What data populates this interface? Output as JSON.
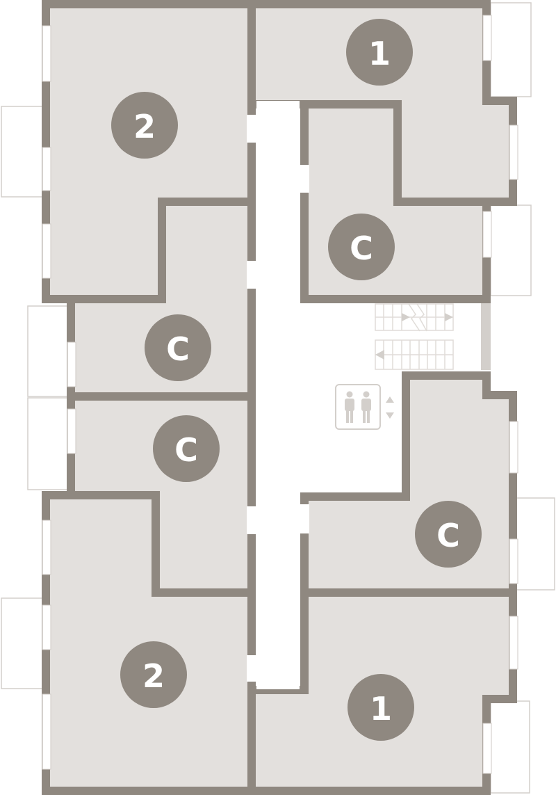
{
  "plan": {
    "colors": {
      "wall": "#8f8880",
      "floor": "#e3e0dd",
      "corridor": "#ffffff",
      "fixtures": "#d3cfcb"
    },
    "units": [
      {
        "label": "2"
      },
      {
        "label": "1"
      },
      {
        "label": "C"
      },
      {
        "label": "C"
      },
      {
        "label": "C"
      },
      {
        "label": "2"
      },
      {
        "label": "C"
      },
      {
        "label": "1"
      }
    ],
    "icons": {
      "elevator": "elevator-people-icon",
      "stairs": "stairs-icon",
      "elevator_arrows": "up-down-arrows-icon"
    }
  }
}
